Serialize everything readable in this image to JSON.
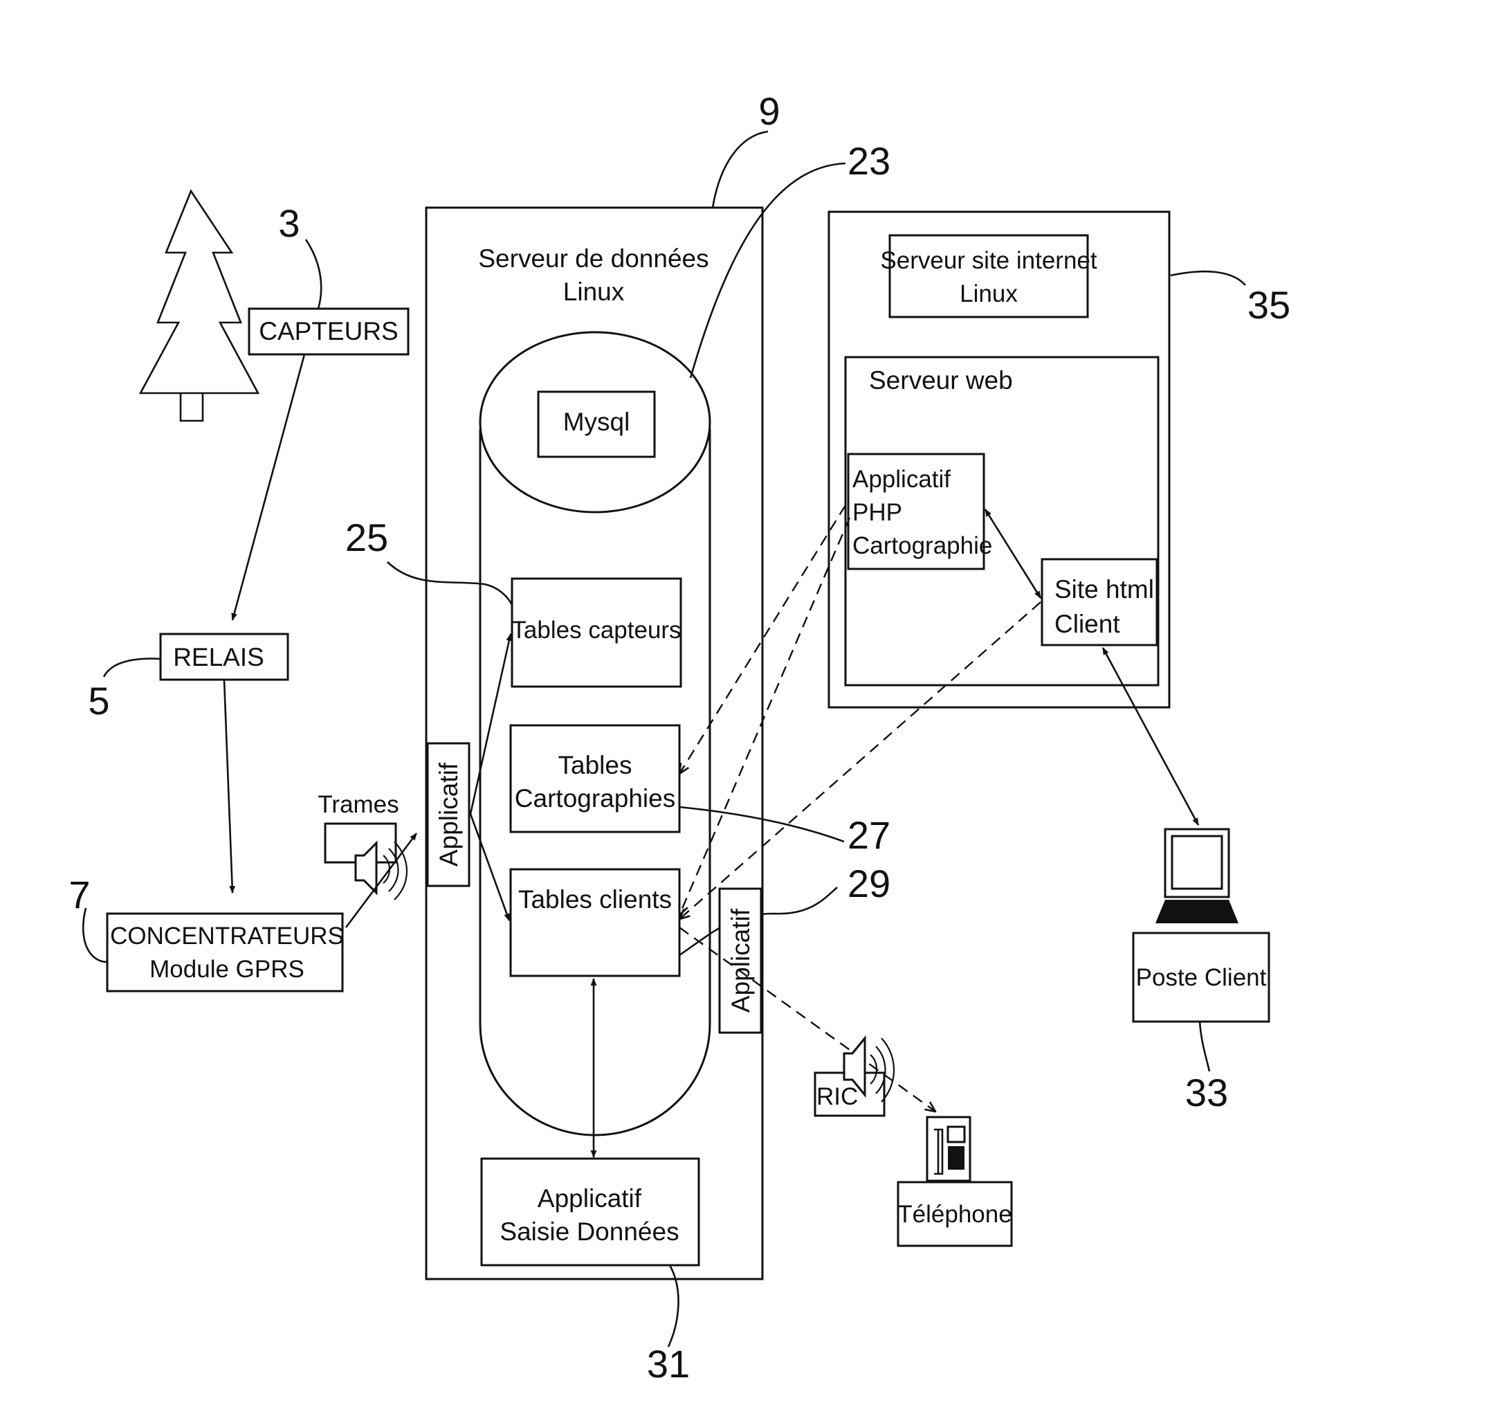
{
  "labels": {
    "capteurs": "CAPTEURS",
    "relais": "RELAIS",
    "concentrateurs_l1": "CONCENTRATEURS",
    "concentrateurs_l2": "Module GPRS",
    "trames": "Trames",
    "applicatif_left": "Applicatif",
    "applicatif_right": "Applicatif",
    "serveur_donnees_l1": "Serveur de données",
    "serveur_donnees_l2": "Linux",
    "mysql": "Mysql",
    "tables_capteurs": "Tables capteurs",
    "tables_carto_l1": "Tables",
    "tables_carto_l2": "Cartographies",
    "tables_clients": "Tables clients",
    "saisie_l1": "Applicatif",
    "saisie_l2": "Saisie Données",
    "serveur_site_l1": "Serveur site internet",
    "serveur_site_l2": "Linux",
    "serveur_web": "Serveur web",
    "php_l1": "Applicatif",
    "php_l2": "PHP",
    "php_l3": "Cartographie",
    "site_html_l1": "Site html",
    "site_html_l2": "Client",
    "poste_client": "Poste Client",
    "ric": "RIC",
    "telephone": "Téléphone"
  },
  "refs": {
    "r3": "3",
    "r5": "5",
    "r7": "7",
    "r9": "9",
    "r23": "23",
    "r25": "25",
    "r27": "27",
    "r29": "29",
    "r31": "31",
    "r33": "33",
    "r35": "35"
  }
}
